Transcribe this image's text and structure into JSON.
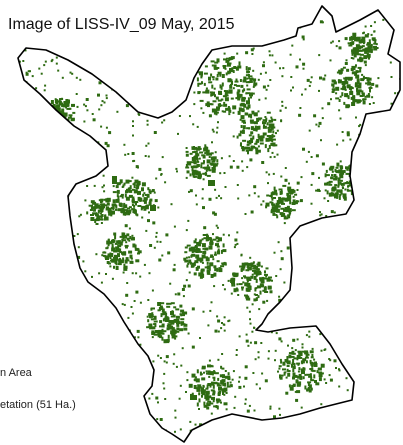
{
  "map": {
    "title": "Image of LISS-IV_09 May, 2015",
    "colors": {
      "background": "#ffffff",
      "boundary": "#000000",
      "vegetation": "#2e6b12",
      "urban": "#ffffff"
    }
  },
  "legend": {
    "items": [
      {
        "label": "n Area"
      },
      {
        "label": "etation  (51 Ha.)"
      }
    ]
  }
}
